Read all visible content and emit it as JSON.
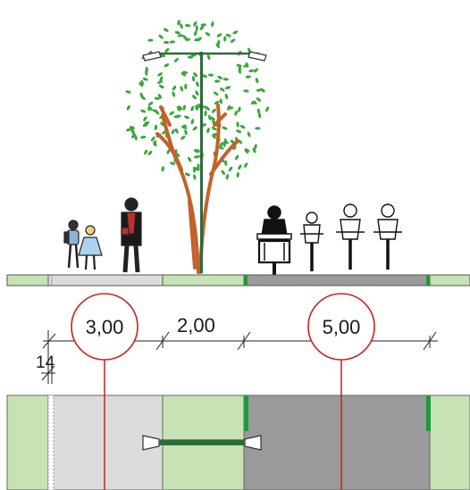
{
  "dimensions": {
    "sidewalk": "3,00",
    "green_strip": "2,00",
    "bike_lane": "5,00",
    "edge_offset": "14"
  },
  "colors": {
    "green_zone": "#c7e3b5",
    "sidewalk_gray": "#dcdcdc",
    "lane_gray": "#9a9a9a",
    "marking_green": "#1f9a3a",
    "marker_red": "#cc1f1f",
    "leaf_green": "#39a83b",
    "trunk_brown": "#c2622b",
    "lamp_pole": "#2d6b3a"
  }
}
